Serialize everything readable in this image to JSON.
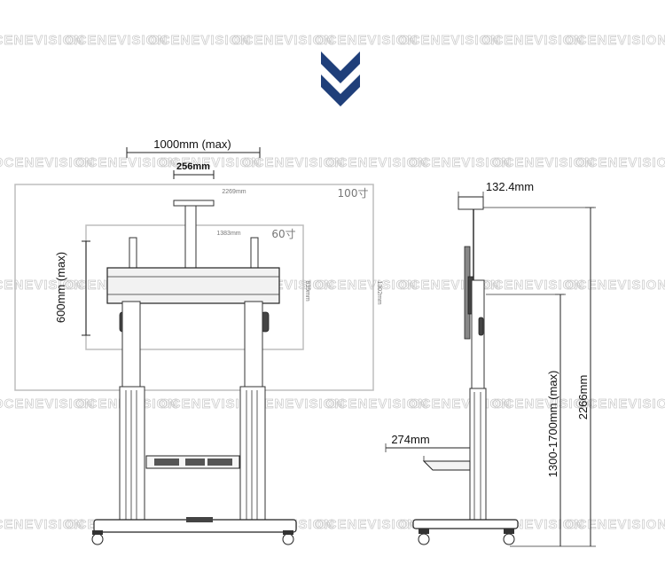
{
  "watermark": {
    "text": "OCENEVISION",
    "rows": 5,
    "repeats": 8
  },
  "dimensions": {
    "max_width": "1000mm (max)",
    "bracket_width": "256mm",
    "max_height": "600mm (max)",
    "small_width": "2269mm",
    "small_width_b": "1383mm",
    "small_height_a": "839mm",
    "small_height_b": "1302mm",
    "screen_large": "100寸",
    "screen_small": "60寸",
    "side_top": "132.4mm",
    "shelf_depth": "274mm",
    "mount_height": "1300-1700mm (max)",
    "total_height": "2266mm"
  },
  "colors": {
    "accent": "#1f3f7a",
    "line": "#222222",
    "screen_outline": "#bdbdbd",
    "watermark": "#c9c9c9"
  },
  "icons": {
    "chevron": "double-chevron-down-icon"
  }
}
